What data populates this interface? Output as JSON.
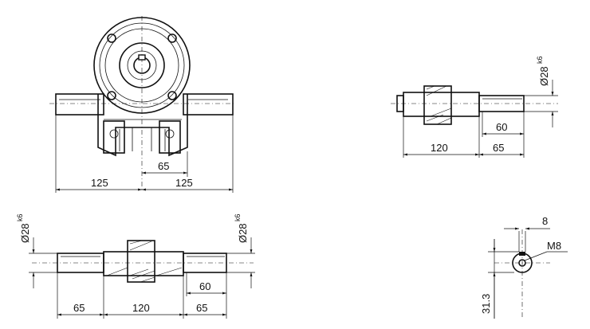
{
  "dimensions": {
    "front_view": {
      "left": "125",
      "right": "125",
      "shaft_offset": "65"
    },
    "side_view_top": {
      "diameter": "Ø28",
      "tolerance": "k6",
      "body": "120",
      "shaft": "65",
      "key": "60"
    },
    "side_view_bottom": {
      "diameter_left": "Ø28",
      "tolerance_left": "k6",
      "diameter_right": "Ø28",
      "tolerance_right": "k6",
      "left": "65",
      "body": "120",
      "right": "65",
      "key": "60"
    },
    "shaft_end": {
      "key_width": "8",
      "thread": "M8",
      "height": "31.3"
    }
  }
}
